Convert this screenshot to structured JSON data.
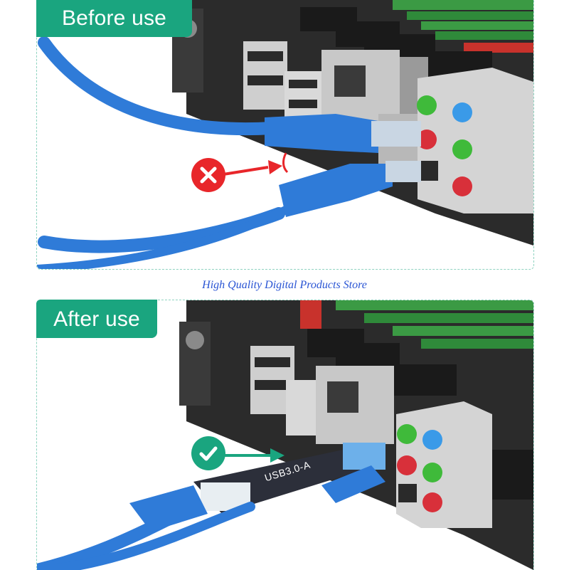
{
  "labels": {
    "before": "Before use",
    "after": "After use"
  },
  "store_name": "High Quality Digital Products Store",
  "adapter_text": "USB3.0-A",
  "icons": {
    "wrong": "x-mark-icon",
    "right": "check-mark-icon"
  },
  "colors": {
    "label_bg": "#1aa57f",
    "store_text": "#2a55d4",
    "cable_blue": "#2f7bd8",
    "wrong_red": "#e8262a",
    "ram_green": "#2f8a3a"
  }
}
